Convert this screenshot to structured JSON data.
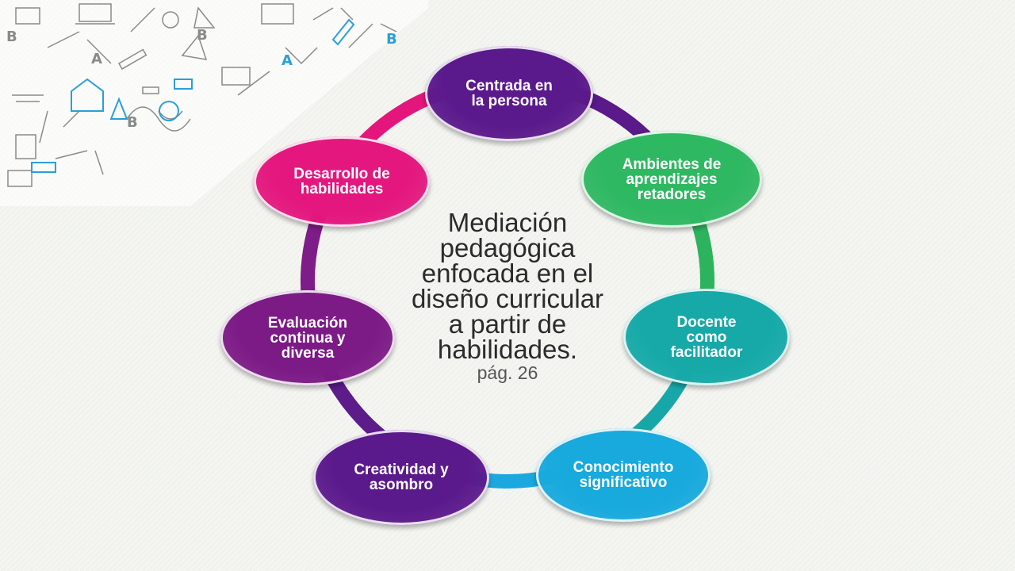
{
  "diagram": {
    "center_title": "Mediación\npedagógica\nenfocada en el\ndiseño curricular\na partir de\nhabilidades.",
    "center_page": "pág. 26",
    "nodes": [
      {
        "label": "Centrada en\nla persona",
        "color": "#5b1a8c"
      },
      {
        "label": "Ambientes de\naprendizajes\nretadores",
        "color": "#2fb862"
      },
      {
        "label": "Docente\ncomo\nfacilitador",
        "color": "#16a9a8"
      },
      {
        "label": "Conocimiento\nsignificativo",
        "color": "#18a9dd"
      },
      {
        "label": "Creatividad y\nasombro",
        "color": "#5b1a8c"
      },
      {
        "label": "Evaluación\ncontinua y\ndiversa",
        "color": "#7c1a86"
      },
      {
        "label": "Desarrollo de\nhabilidades",
        "color": "#e4177e"
      }
    ],
    "ring_colors": [
      "#5a1a8a",
      "#2db35e",
      "#17a7a8",
      "#1ba8df",
      "#5c1c8a",
      "#7e1c88",
      "#e4167c"
    ]
  }
}
